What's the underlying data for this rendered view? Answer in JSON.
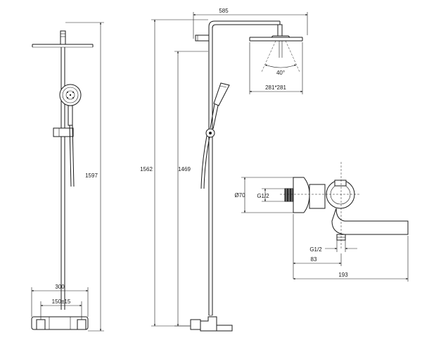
{
  "dimensions": {
    "total_height": "1597",
    "column_height": "1562",
    "slide_bar_height": "1469",
    "arm_length": "585",
    "spray_angle": "40°",
    "head_size": "281*281",
    "bar_width": "300",
    "inlet_spacing": "150±15",
    "body_diameter": "Ø70",
    "inlet_thread": "G1/2",
    "outlet_thread": "G1/2",
    "outlet_offset": "83",
    "spout_length": "193"
  },
  "colors": {
    "line": "#1a1a1a",
    "background": "#ffffff"
  }
}
